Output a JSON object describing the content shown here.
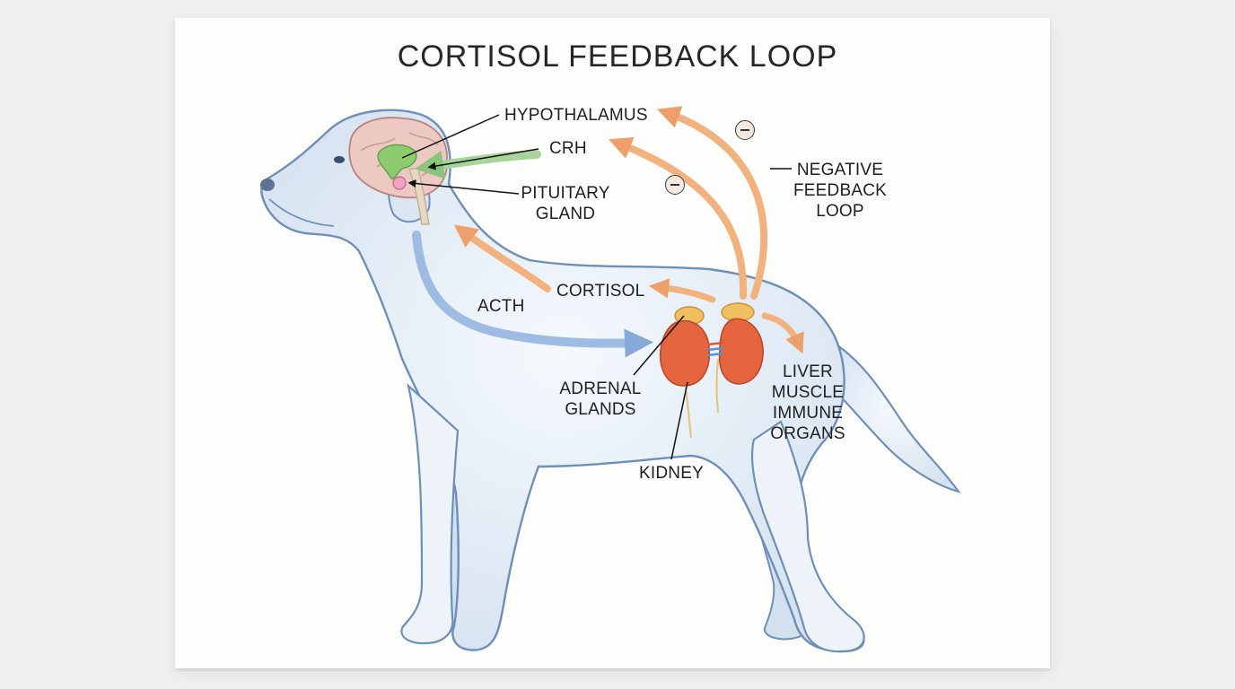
{
  "title": "CORTISOL FEEDBACK LOOP",
  "labels": {
    "hypothalamus": "HYPOTHALAMUS",
    "crh": "CRH",
    "pituitary_line1": "PITUITARY",
    "pituitary_line2": "GLAND",
    "negative_line1": "NEGATIVE",
    "negative_line2": "FEEDBACK",
    "negative_line3": "LOOP",
    "cortisol": "CORTISOL",
    "acth": "ACTH",
    "adrenal_line1": "ADRENAL",
    "adrenal_line2": "GLANDS",
    "kidney": "KIDNEY",
    "targets": [
      "LIVER",
      "MUSCLE",
      "IMMUNE",
      "ORGANS"
    ]
  },
  "colors": {
    "background": "#efefed",
    "card": "#fdfdfc",
    "dog_outline": "#6e8fb8",
    "dog_fill": "#e3ecf6",
    "crh_arrow": "#a6d49a",
    "acth_arrow": "#9dbbe3",
    "cortisol_arrow": "#f2b27e",
    "kidney": "#e5653e",
    "adrenal": "#f2bf60",
    "brain": "#e8c3bd"
  },
  "icons": [
    "minus-circle-icon",
    "minus-circle-icon"
  ]
}
